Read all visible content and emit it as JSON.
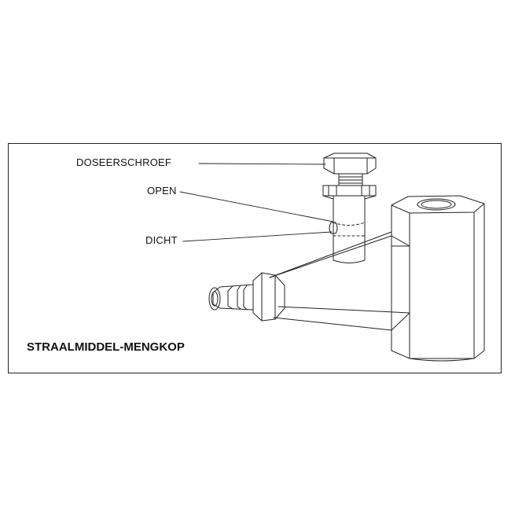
{
  "labels": {
    "doseerschroef": "DOSEERSCHROEF",
    "open": "OPEN",
    "dicht": "DICHT"
  },
  "caption": "STRAALMIDDEL-MENGKOP",
  "colors": {
    "line": "#222222",
    "background": "#ffffff"
  }
}
